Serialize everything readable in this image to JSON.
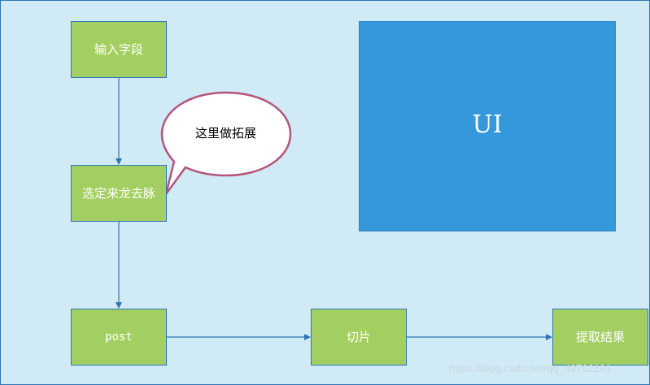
{
  "nodes": {
    "input": "输入字段",
    "select": "选定来龙去脉",
    "post": "post",
    "slice": "切片",
    "result": "提取结果"
  },
  "callout": "这里做拓展",
  "ui_panel": "UI",
  "watermark": "https://blog.csdn.net/qq_43762191",
  "colors": {
    "node_fill": "#a3cf62",
    "node_border": "#2e75b6",
    "ui_panel": "#3498db",
    "background": "#d0eaf6",
    "callout_border": "#b5537b",
    "arrow": "#2e75b6"
  }
}
